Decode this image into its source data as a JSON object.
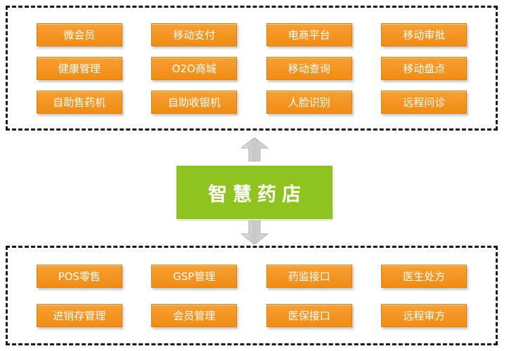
{
  "center": {
    "label": "智慧药店"
  },
  "top": {
    "rows": [
      [
        "微会员",
        "移动支付",
        "电商平台",
        "移动审批"
      ],
      [
        "健康管理",
        "O2O商城",
        "移动查询",
        "移动盘点"
      ],
      [
        "自助售药机",
        "自助收银机",
        "人脸识别",
        "远程问诊"
      ]
    ]
  },
  "bottom": {
    "rows": [
      [
        "POS零售",
        "GSP管理",
        "药监接口",
        "医生处方"
      ],
      [
        "进销存管理",
        "会员管理",
        "医保接口",
        "远程审方"
      ]
    ]
  },
  "colors": {
    "button_orange": "#f08c14",
    "center_green": "#8fc31f",
    "panel_border": "#1a1a1a",
    "arrow_gray": "#d2d2d2"
  }
}
